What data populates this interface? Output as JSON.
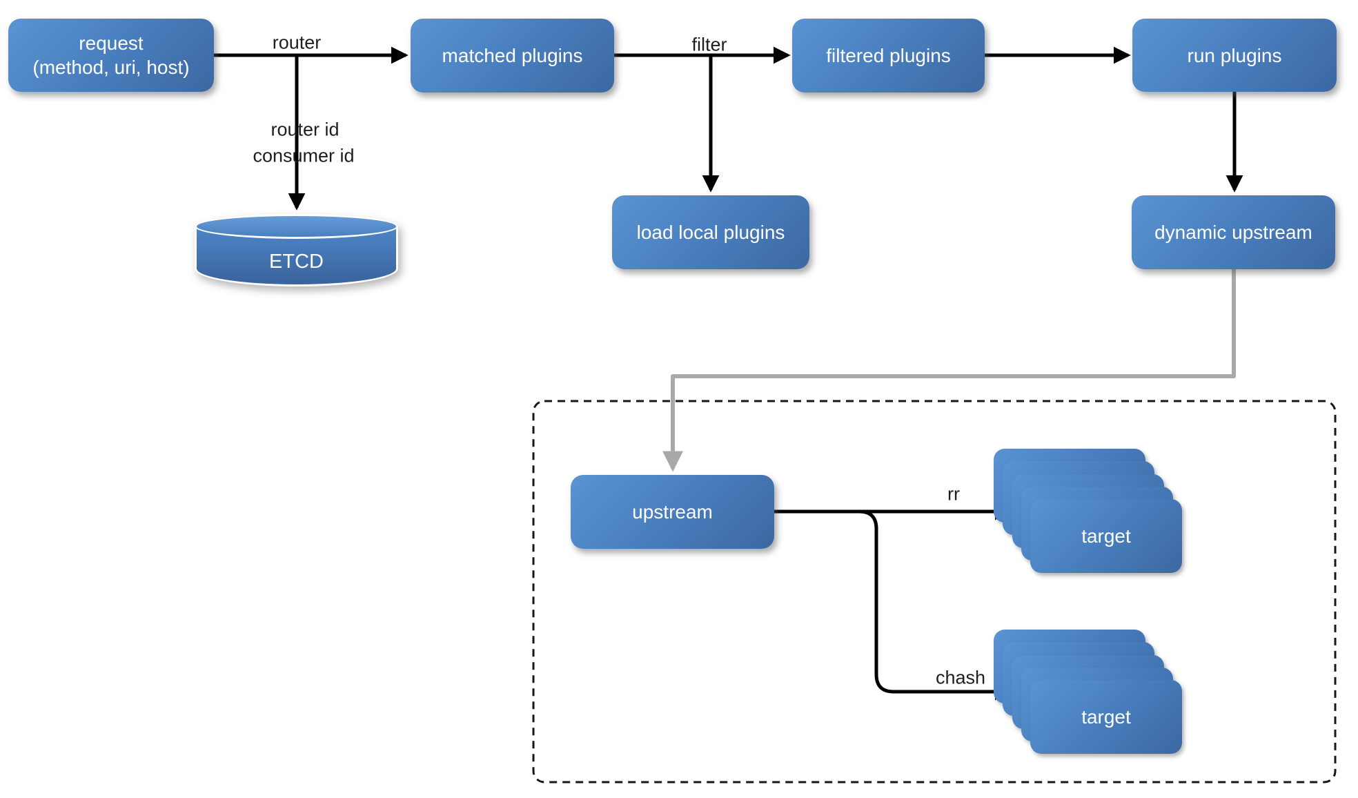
{
  "nodes": {
    "request": {
      "line1": "request",
      "line2": "(method, uri, host)"
    },
    "matched_plugins": {
      "label": "matched plugins"
    },
    "filtered_plugins": {
      "label": "filtered plugins"
    },
    "run_plugins": {
      "label": "run plugins"
    },
    "load_local_plugins": {
      "label": "load local plugins"
    },
    "dynamic_upstream": {
      "label": "dynamic upstream"
    },
    "etcd": {
      "label": "ETCD"
    },
    "upstream": {
      "label": "upstream"
    },
    "target_rr_stack": {
      "label": "target",
      "stacked_cards": 5
    },
    "target_chash_stack": {
      "label": "target",
      "stacked_cards": 5
    }
  },
  "edge_labels": {
    "router": "router",
    "router_id": "router id",
    "consumer_id": "consumer id",
    "filter": "filter",
    "rr": "rr",
    "chash": "chash"
  },
  "colors": {
    "node_grad_top": "#5b94d2",
    "node_grad_bottom": "#3c68a2",
    "node_text_color": "#ffffff",
    "arrow_color": "#000000",
    "gray_arrow_color": "#a9a9a9",
    "edge_label_color": "#1e1e1e"
  }
}
